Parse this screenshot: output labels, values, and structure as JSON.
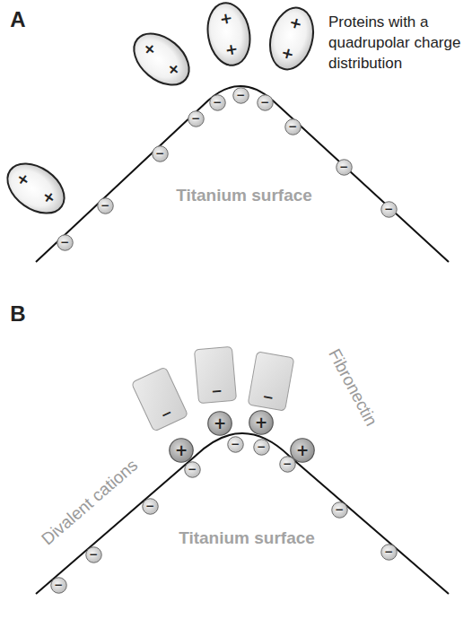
{
  "diagram": {
    "nodes": [
      {
        "text": [
          "+",
          "+"
        ]
      },
      {
        "text": [
          "+",
          "+"
        ]
      },
      {
        "text": [
          "+",
          "+"
        ]
      },
      {
        "text": [
          "+",
          "+"
        ]
      },
      {
        "text": [
          "−"
        ]
      },
      {
        "text": [
          "−"
        ]
      },
      {
        "text": [
          "−"
        ]
      },
      {
        "text": [
          "−"
        ]
      },
      {
        "text": [
          "−"
        ]
      },
      {
        "text": [
          "−"
        ]
      },
      {
        "text": [
          "−"
        ]
      },
      {
        "text": [
          "−"
        ]
      },
      {
        "text": [
          "−"
        ]
      },
      {
        "text": [
          "−"
        ]
      },
      {
        "text": [
          "−"
        ]
      },
      {
        "text": [
          "−"
        ]
      },
      {
        "text": [
          "−"
        ]
      },
      {
        "text": [
          "+"
        ]
      },
      {
        "text": [
          "+"
        ]
      },
      {
        "text": [
          "+"
        ]
      },
      {
        "text": [
          "+"
        ]
      },
      {
        "text": [
          "−"
        ]
      },
      {
        "text": [
          "−"
        ]
      },
      {
        "text": [
          "−"
        ]
      },
      {
        "text": [
          "−"
        ]
      },
      {
        "text": [
          "−"
        ]
      },
      {
        "text": [
          "−"
        ]
      },
      {
        "text": [
          "−"
        ]
      },
      {
        "text": [
          "−"
        ]
      },
      {
        "text": [
          "−"
        ]
      }
    ],
    "labels": [
      "A",
      "Proteins with a quadrupolar charge distribution",
      "Titanium surface",
      "B",
      "Divalent cations",
      "Fibronectin",
      "Titanium surface"
    ]
  }
}
